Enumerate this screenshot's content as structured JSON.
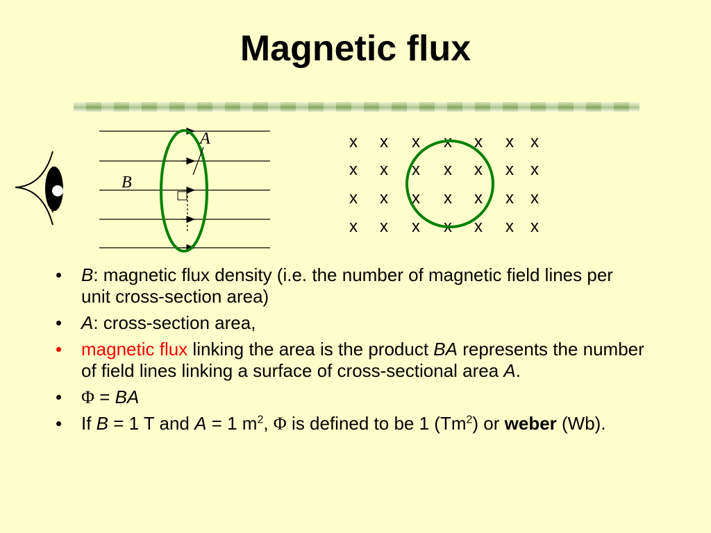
{
  "title": "Magnetic flux",
  "diagram": {
    "label_a": "A",
    "label_b": "B",
    "cross_symbol": "x",
    "circle_color": "#008000"
  },
  "bullets": {
    "b1": {
      "term": "B",
      "text": ": magnetic flux density (i.e. the number of magnetic field lines per unit cross-section area)"
    },
    "b2": {
      "term": "A",
      "text": ": cross-section area,"
    },
    "b3": {
      "red": "magnetic flux",
      "text1": " linking the area is the product ",
      "ba": "BA",
      "text2": " represents the number of field lines linking a surface of cross-sectional area ",
      "a": "A",
      "end": "."
    },
    "b4": {
      "phi": "Φ",
      "eq": " = ",
      "ba": "BA"
    },
    "b5": {
      "if": "If ",
      "b": "B",
      "t1": " = 1 T and ",
      "a": "A",
      "t2": " = 1 m",
      "sq": "2",
      "comma": ", ",
      "phi": "Φ",
      "t3": " is defined to be 1 (Tm",
      "sq2": "2",
      "t4": ") or ",
      "weber": "weber",
      "t5": " (Wb)."
    }
  },
  "bullet_symbol": "•",
  "colors": {
    "background": "#ffffcc",
    "accent_red": "#ff0000",
    "circle_green": "#008000"
  }
}
